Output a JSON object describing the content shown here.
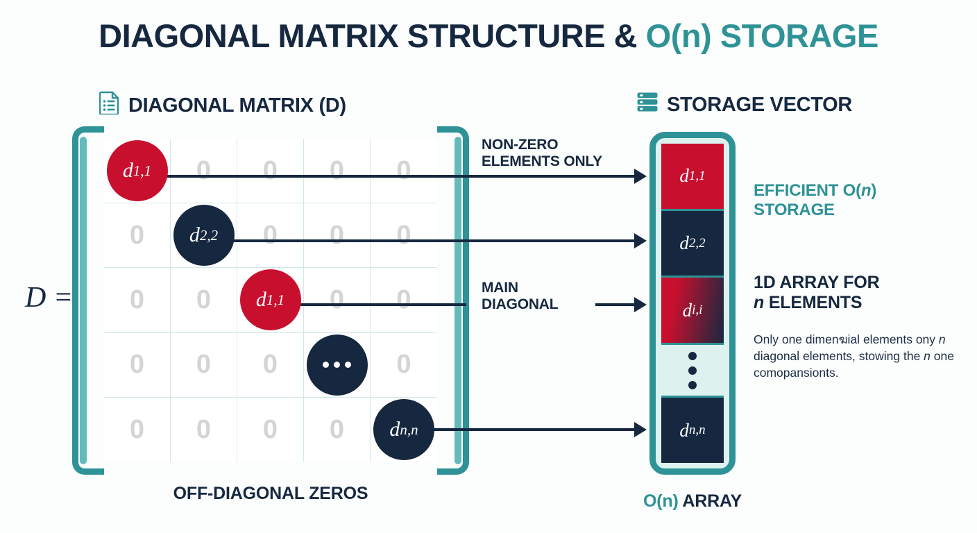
{
  "title": {
    "lead": "DIAGONAL MATRIX STRUCTURE & ",
    "accent": "O(n) STORAGE"
  },
  "matrix_section": {
    "icon": "document-list-icon",
    "header": "DIAGONAL MATRIX (D)",
    "equation_label": "D =",
    "zero_glyph": "0",
    "caption": "OFF-DIAGONAL ZEROS",
    "diagonal_cells": [
      {
        "row": 1,
        "col": 1,
        "label": "d",
        "sub": "1,1",
        "color": "red"
      },
      {
        "row": 2,
        "col": 2,
        "label": "d",
        "sub": "2,2",
        "color": "navy"
      },
      {
        "row": 3,
        "col": 3,
        "label": "d",
        "sub": "1,1",
        "color": "red"
      },
      {
        "row": 4,
        "col": 4,
        "label": "⋯",
        "sub": "",
        "color": "navy"
      },
      {
        "row": 5,
        "col": 5,
        "label": "d",
        "sub": "n,n",
        "color": "navy"
      }
    ]
  },
  "arrows": [
    {
      "label": "NON-ZERO\nELEMENTS ONLY"
    },
    {
      "label": ""
    },
    {
      "label": "MAIN\nDIAGONAL"
    },
    {
      "label": ""
    }
  ],
  "vector_section": {
    "icon": "server-stack-icon",
    "header": "STORAGE VECTOR",
    "cells": [
      {
        "label": "d",
        "sub": "1,1",
        "color": "red"
      },
      {
        "label": "d",
        "sub": "2,2",
        "color": "navy"
      },
      {
        "label": "d",
        "sub": "i,i",
        "color": "gradient"
      },
      {
        "label": "vertical-dots",
        "sub": "",
        "color": "mint"
      },
      {
        "label": "d",
        "sub": "n,n",
        "color": "navy"
      }
    ],
    "caption_accent": "O(n)",
    "caption_rest": " ARRAY"
  },
  "notes": {
    "efficient_title": "EFFICIENT O(n) STORAGE",
    "efficient_line1": "EFFICIENT O(",
    "efficient_n": "n",
    "efficient_line2": ")",
    "efficient_line3": "STORAGE",
    "array_line1": "1D ARRAY FOR",
    "array_n": "n",
    "array_line2": " ELEMENTS",
    "body_p1": "Only one dimenฆial",
    "body_p2": "elements ony ",
    "body_n1": "n",
    "body_p3": " diagonal",
    "body_p4": "elements, stowing the ",
    "body_n2": "n",
    "body_p5": "one comopansionts."
  },
  "colors": {
    "navy": "#16283f",
    "teal": "#2e9296",
    "teal_light": "#63bcbb",
    "crimson": "#c8102e",
    "mint": "#ddf2ef",
    "grid_line": "#cfe9e7",
    "zero_grey": "#d2d4d6",
    "background": "#fcfdfd"
  }
}
